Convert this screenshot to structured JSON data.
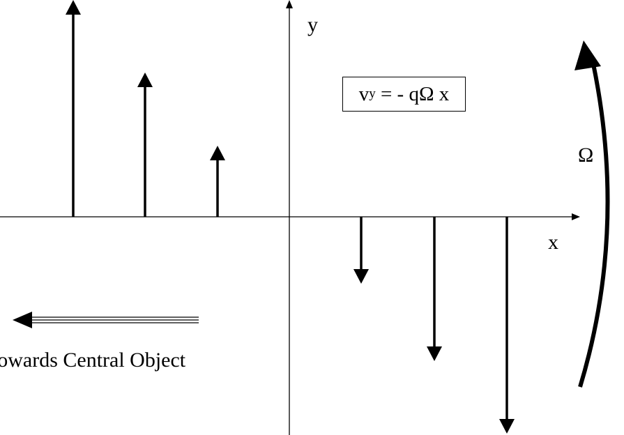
{
  "labels": {
    "y_axis": "y",
    "x_axis": "x",
    "omega": "Ω",
    "equation": {
      "v": "v",
      "subscript": "y",
      "rhs": " = - qΩ x"
    },
    "direction_note": "Towards Central Object"
  },
  "colors": {
    "ink": "#000000",
    "background": "#ffffff"
  }
}
